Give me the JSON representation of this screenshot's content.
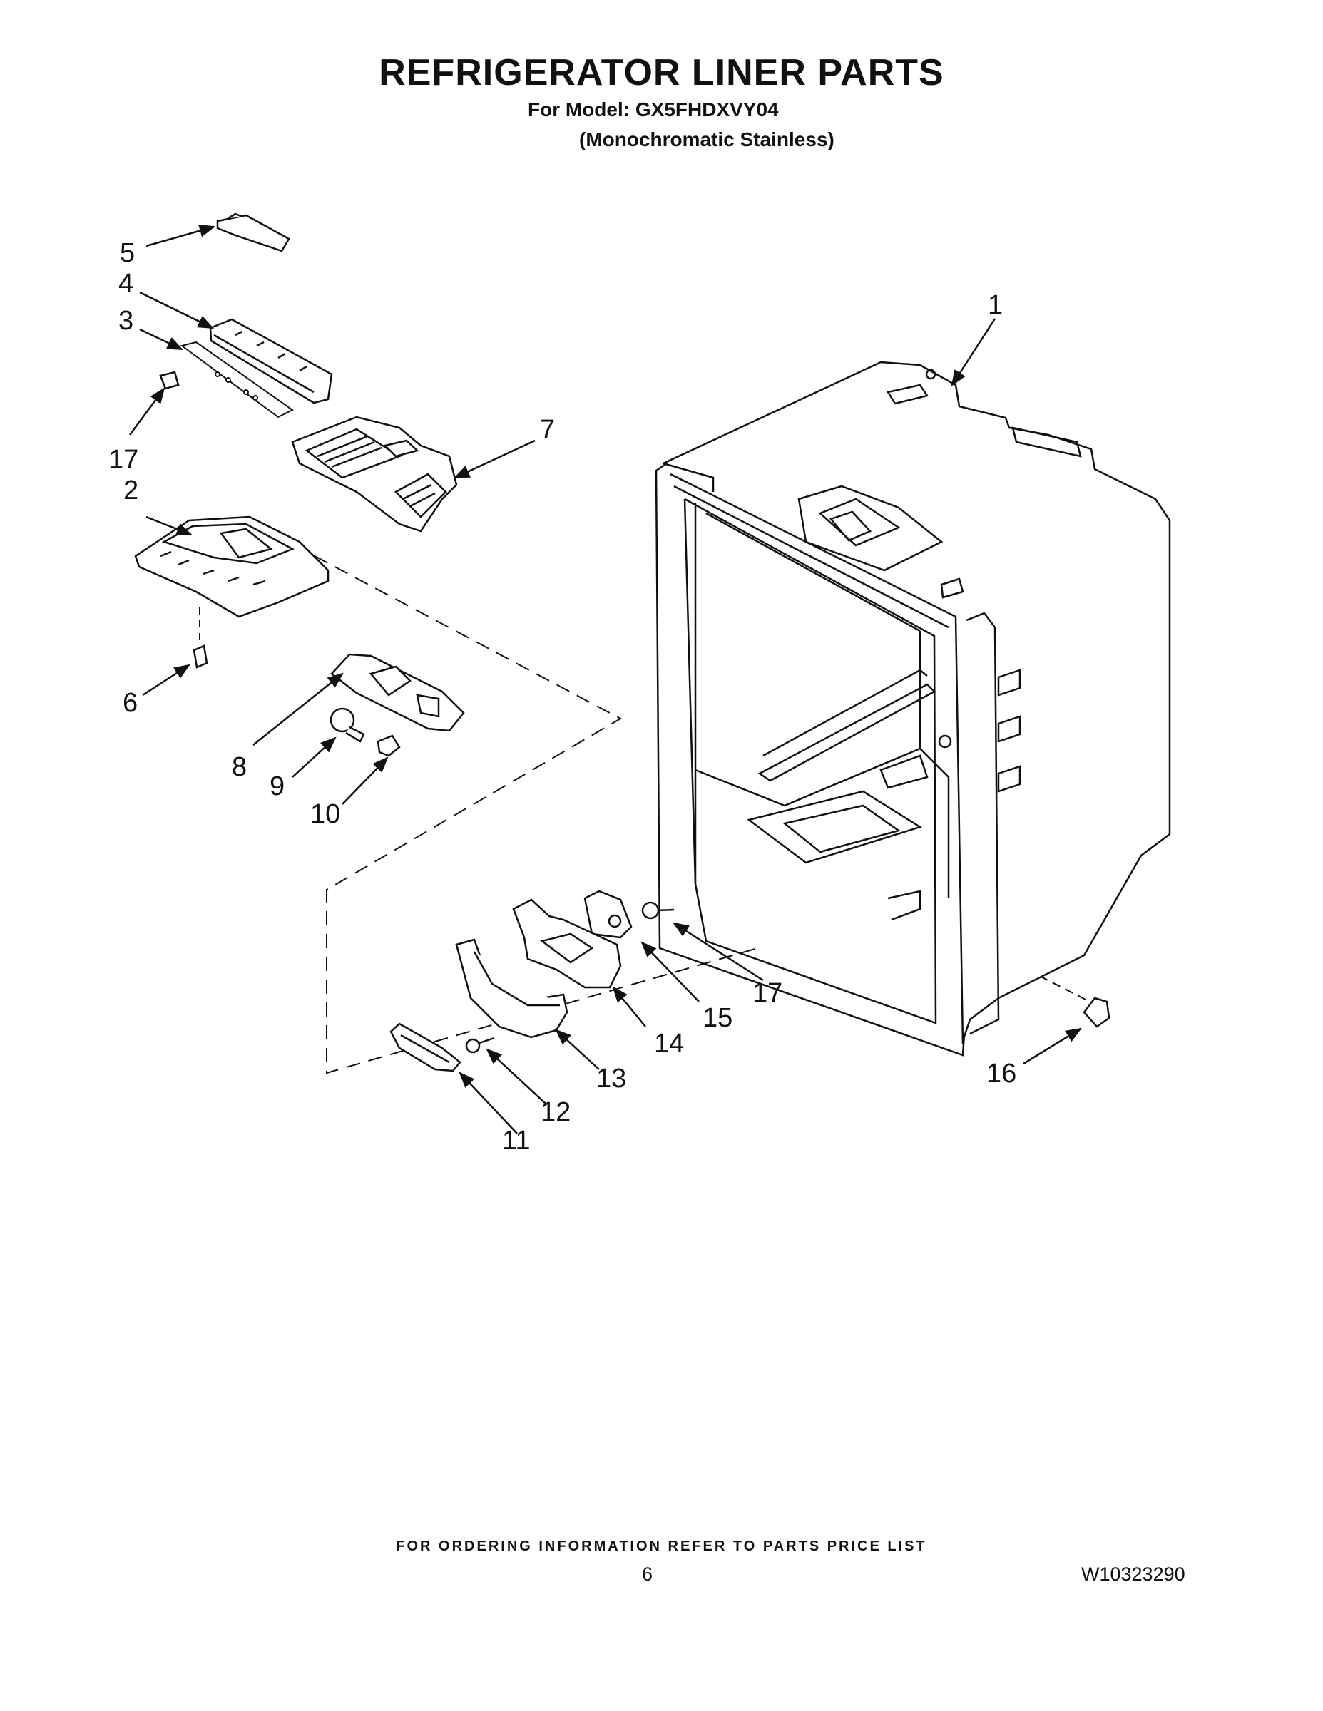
{
  "header": {
    "title": "REFRIGERATOR LINER PARTS",
    "model_line": "For Model: GX5FHDXVY04",
    "variant_line": "(Monochromatic Stainless)"
  },
  "callouts": {
    "c1": "1",
    "c2": "2",
    "c3": "3",
    "c4": "4",
    "c5": "5",
    "c6": "6",
    "c7": "7",
    "c8": "8",
    "c9": "9",
    "c10": "10",
    "c11": "11",
    "c12": "12",
    "c13": "13",
    "c14": "14",
    "c15": "15",
    "c16": "16",
    "c17a": "17",
    "c17b": "17"
  },
  "footer": {
    "ordering_note": "FOR ORDERING INFORMATION REFER TO PARTS PRICE LIST",
    "page_number": "6",
    "document_number": "W10323290"
  }
}
